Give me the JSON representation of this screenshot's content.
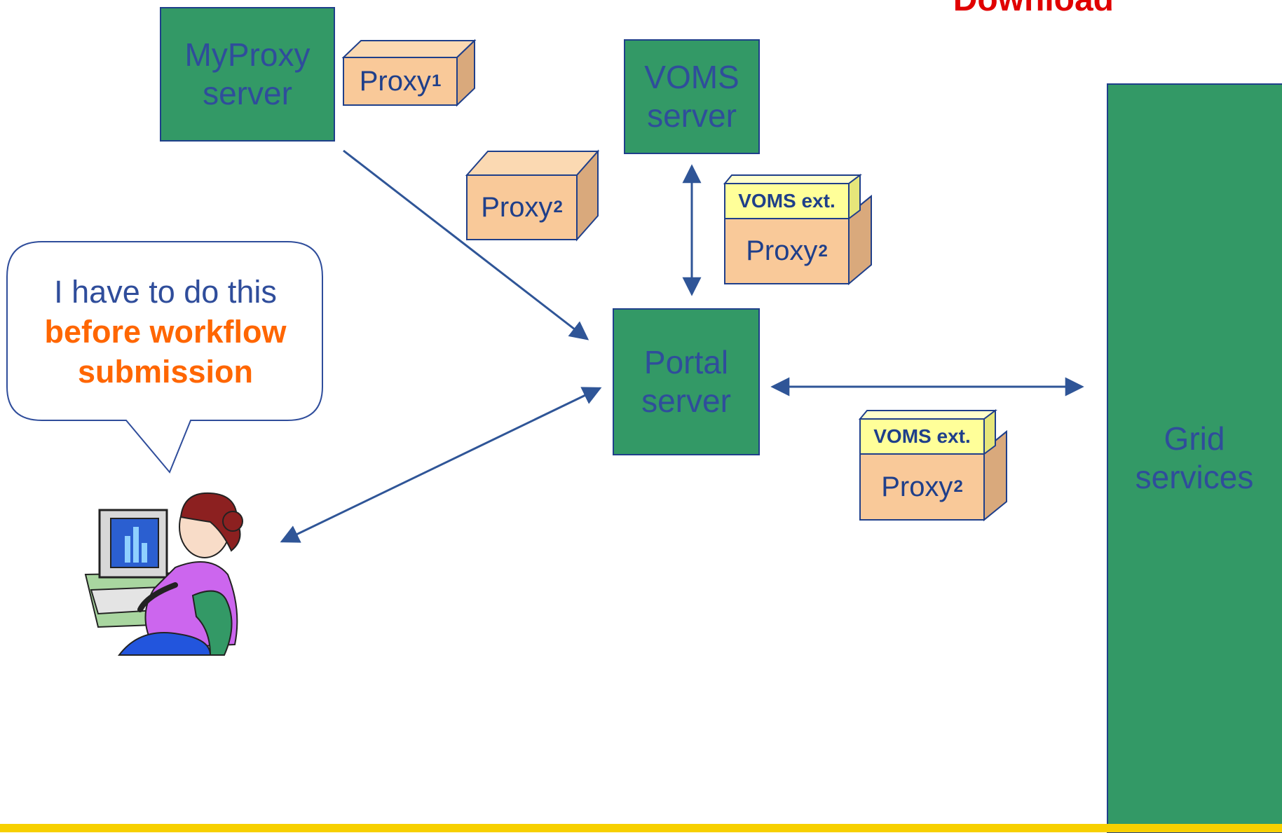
{
  "title": "Download",
  "nodes": {
    "myproxy": "MyProxy\nserver",
    "voms": "VOMS\nserver",
    "portal": "Portal\nserver",
    "grid": "Grid\nservices"
  },
  "proxies": {
    "proxy1_base": "Proxy",
    "proxy1_sub": "1",
    "proxy2_base": "Proxy",
    "proxy2_sub": "2",
    "voms_ext": "VOMS ext."
  },
  "bubble": {
    "line1": "I have to do this",
    "emphasis": "before workflow submission"
  },
  "colors": {
    "server_green": "#339966",
    "proxy_fill": "#f9c999",
    "proxy_side": "#d9a97c",
    "ext_fill": "#ffff99",
    "arrow": "#2f5597",
    "title_red": "#e00000",
    "emphasis_orange": "#ff6600",
    "footer_yellow": "#f7d000"
  }
}
